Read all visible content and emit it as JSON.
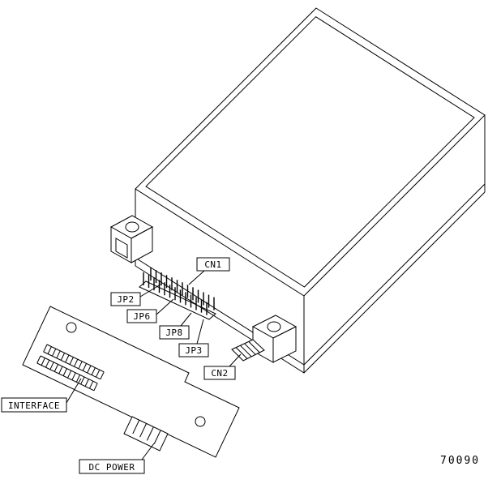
{
  "figure": {
    "part_number": "70090",
    "callouts": {
      "cn1": "CN1",
      "jp2": "JP2",
      "jp6": "JP6",
      "jp8": "JP8",
      "jp3": "JP3",
      "cn2": "CN2",
      "interface": "INTERFACE",
      "dc_power": "DC POWER"
    },
    "colors": {
      "line": "#000000",
      "background": "#ffffff"
    }
  }
}
